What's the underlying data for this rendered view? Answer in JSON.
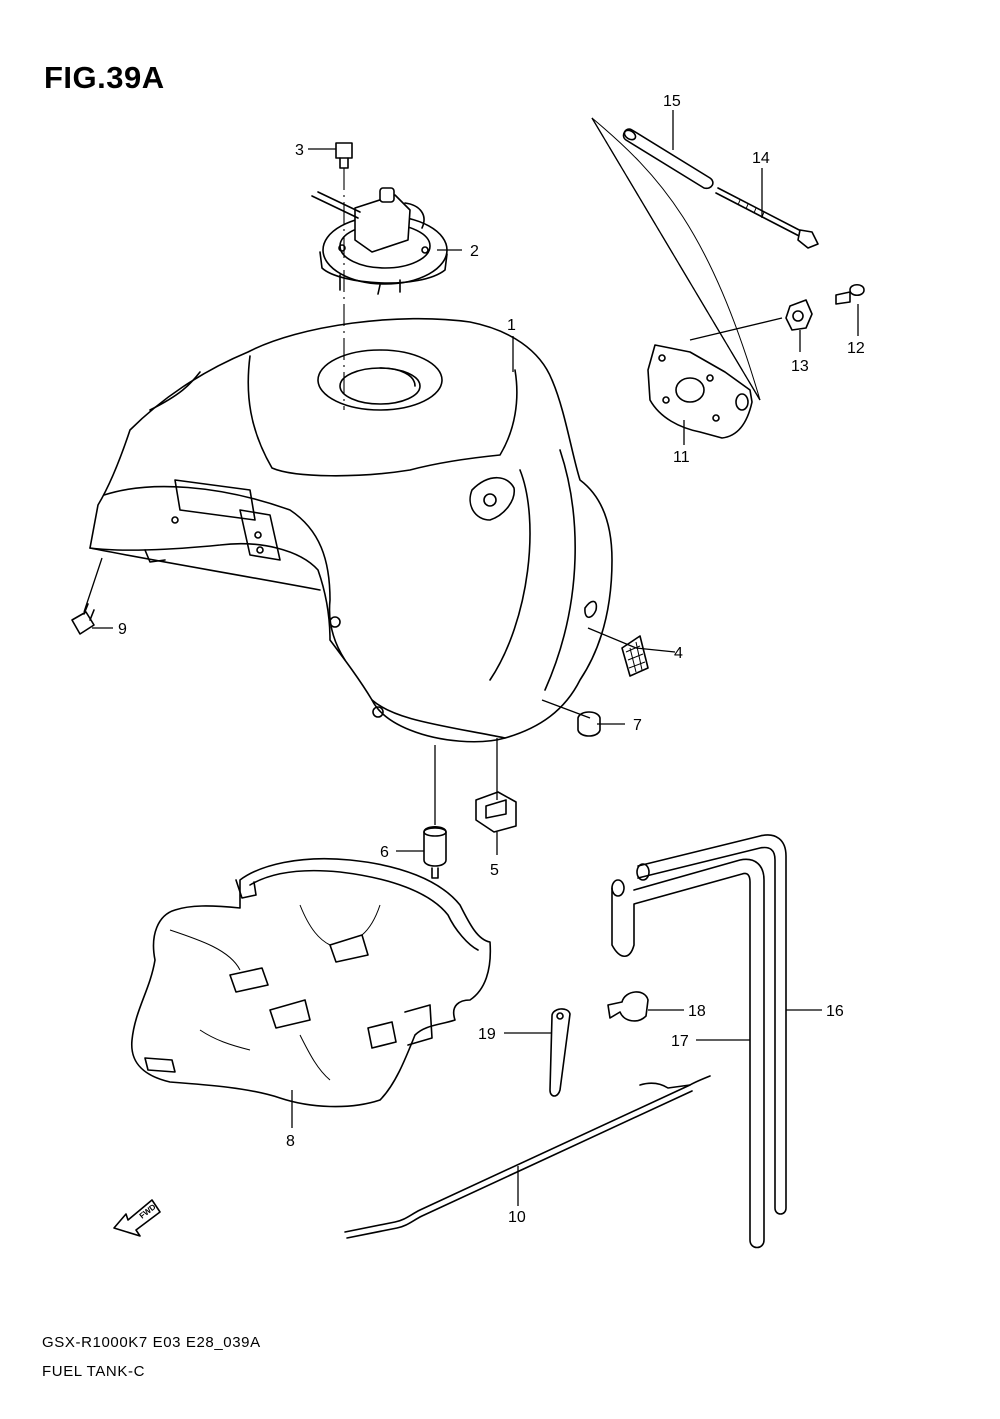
{
  "figure": {
    "title": "FIG.39A",
    "model_code": "GSX-R1000K7 E03 E28_039A",
    "subtitle": "FUEL TANK-C",
    "direction_label": "FWD"
  },
  "callouts": [
    {
      "number": "1"
    },
    {
      "number": "2"
    },
    {
      "number": "3"
    },
    {
      "number": "4"
    },
    {
      "number": "5"
    },
    {
      "number": "6"
    },
    {
      "number": "7"
    },
    {
      "number": "8"
    },
    {
      "number": "9"
    },
    {
      "number": "10"
    },
    {
      "number": "11"
    },
    {
      "number": "12"
    },
    {
      "number": "13"
    },
    {
      "number": "14"
    },
    {
      "number": "15"
    },
    {
      "number": "16"
    },
    {
      "number": "17"
    },
    {
      "number": "18"
    },
    {
      "number": "19"
    }
  ]
}
